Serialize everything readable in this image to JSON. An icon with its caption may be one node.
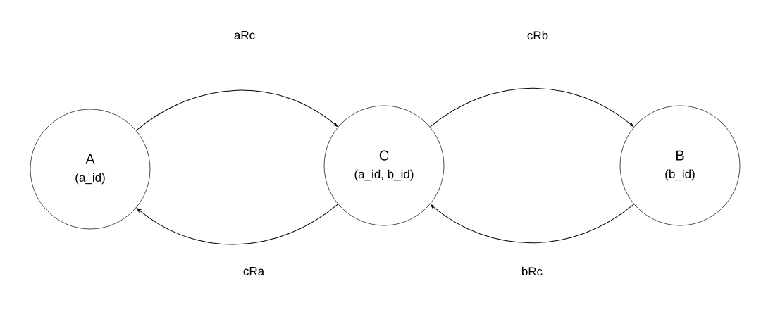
{
  "diagram": {
    "nodes": [
      {
        "text": [
          "A",
          "(a_id)"
        ]
      },
      {
        "text": [
          "C",
          "(a_id, b_id)"
        ]
      },
      {
        "text": [
          "B",
          "(b_id)"
        ]
      }
    ],
    "edges": [
      {
        "from": 0,
        "to": 1,
        "arrow": "to",
        "label": "aRc"
      },
      {
        "from": 1,
        "to": 2,
        "arrow": "to",
        "label": "cRb"
      },
      {
        "from": 1,
        "to": 0,
        "arrow": "to",
        "label": "cRa"
      },
      {
        "from": 2,
        "to": 1,
        "arrow": "to",
        "label": "bRc"
      }
    ]
  }
}
